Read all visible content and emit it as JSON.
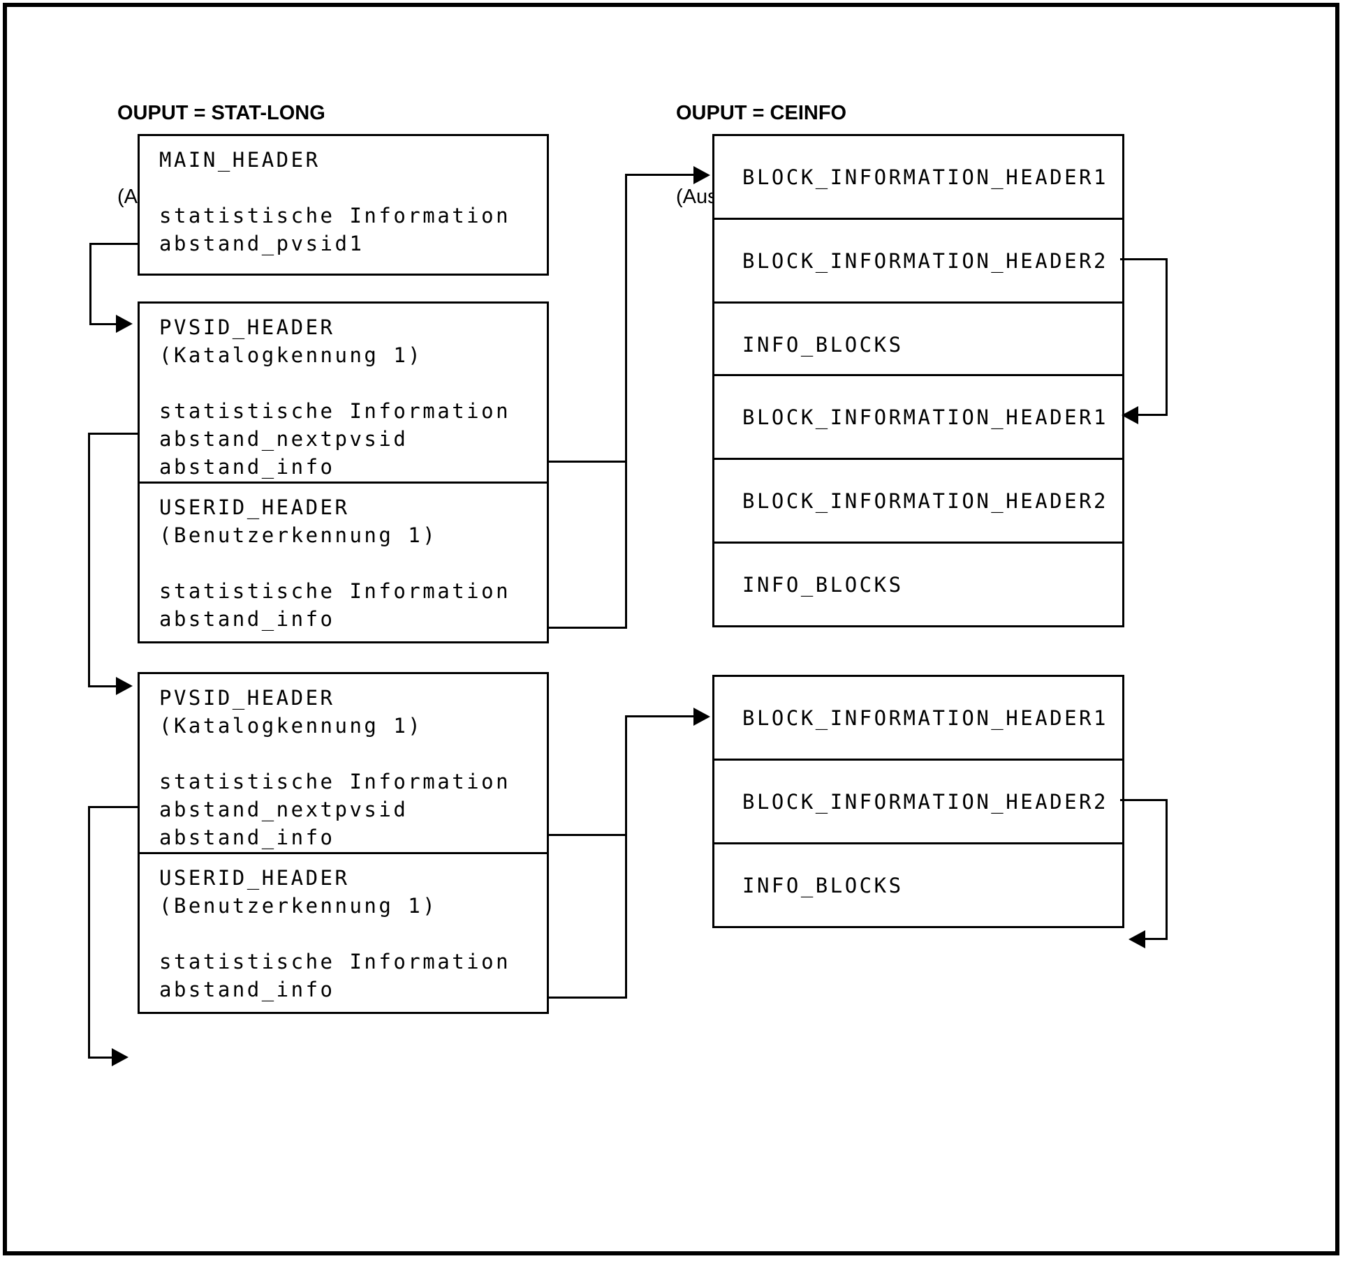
{
  "left_column": {
    "title": {
      "line1": "OUPUT = STAT-LONG",
      "line2": "(Ausgabebereich SOUTAR)"
    },
    "boxes": [
      {
        "name": "main-header",
        "lines": [
          "MAIN_HEADER",
          "",
          "statistische Information",
          "abstand_pvsid1"
        ]
      },
      {
        "name": "pvsid-header-1",
        "lines": [
          "PVSID_HEADER",
          "(Katalogkennung 1)",
          "",
          "statistische Information",
          "abstand_nextpvsid",
          "abstand_info"
        ]
      },
      {
        "name": "userid-header-1",
        "lines": [
          "USERID_HEADER",
          "(Benutzerkennung 1)",
          "",
          "statistische Information",
          "abstand_info"
        ]
      },
      {
        "name": "pvsid-header-2",
        "lines": [
          "PVSID_HEADER",
          "(Katalogkennung 1)",
          "",
          "statistische Information",
          "abstand_nextpvsid",
          "abstand_info"
        ]
      },
      {
        "name": "userid-header-2",
        "lines": [
          "USERID_HEADER",
          "(Benutzerkennung 1)",
          "",
          "statistische Information",
          "abstand_info"
        ]
      }
    ]
  },
  "right_column": {
    "title": {
      "line1": "OUPUT = CEINFO",
      "line2": "(Ausgabebereich OUTAREA)"
    },
    "stacks": [
      {
        "rows": [
          "BLOCK_INFORMATION_HEADER1",
          "BLOCK_INFORMATION_HEADER2",
          "INFO_BLOCKS"
        ]
      },
      {
        "rows": [
          "BLOCK_INFORMATION_HEADER1",
          "BLOCK_INFORMATION_HEADER2",
          "INFO_BLOCKS"
        ]
      },
      {
        "rows": [
          "BLOCK_INFORMATION_HEADER1",
          "BLOCK_INFORMATION_HEADER2",
          "INFO_BLOCKS"
        ]
      }
    ]
  },
  "colors": {
    "line": "#000000",
    "text": "#000000",
    "background": "#ffffff"
  }
}
